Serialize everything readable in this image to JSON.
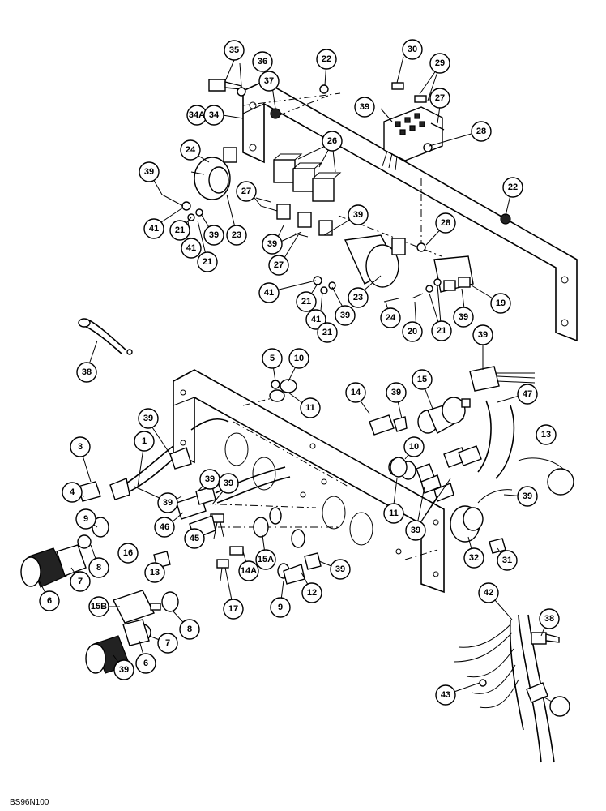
{
  "figure_ref": "BS96N100",
  "callouts": [
    {
      "id": "c35",
      "label": "35"
    },
    {
      "id": "c36",
      "label": "36"
    },
    {
      "id": "c37",
      "label": "37"
    },
    {
      "id": "c22a",
      "label": "22"
    },
    {
      "id": "c30",
      "label": "30"
    },
    {
      "id": "c29",
      "label": "29"
    },
    {
      "id": "c27a",
      "label": "27"
    },
    {
      "id": "c39a",
      "label": "39"
    },
    {
      "id": "c28a",
      "label": "28"
    },
    {
      "id": "c34a",
      "label": "34A"
    },
    {
      "id": "c34",
      "label": "34"
    },
    {
      "id": "c26",
      "label": "26"
    },
    {
      "id": "c24a",
      "label": "24"
    },
    {
      "id": "c39b",
      "label": "39"
    },
    {
      "id": "c27b",
      "label": "27"
    },
    {
      "id": "c22b",
      "label": "22"
    },
    {
      "id": "c41a",
      "label": "41"
    },
    {
      "id": "c21a",
      "label": "21"
    },
    {
      "id": "c39c",
      "label": "39"
    },
    {
      "id": "c23a",
      "label": "23"
    },
    {
      "id": "c41b",
      "label": "41"
    },
    {
      "id": "c21b",
      "label": "21"
    },
    {
      "id": "c39d",
      "label": "39"
    },
    {
      "id": "c39e",
      "label": "39"
    },
    {
      "id": "c28b",
      "label": "28"
    },
    {
      "id": "c27c",
      "label": "27"
    },
    {
      "id": "c41c",
      "label": "41"
    },
    {
      "id": "c23b",
      "label": "23"
    },
    {
      "id": "c21c",
      "label": "21"
    },
    {
      "id": "c41d",
      "label": "41"
    },
    {
      "id": "c39f",
      "label": "39"
    },
    {
      "id": "c24b",
      "label": "24"
    },
    {
      "id": "c21d",
      "label": "21"
    },
    {
      "id": "c20",
      "label": "20"
    },
    {
      "id": "c21e",
      "label": "21"
    },
    {
      "id": "c39g",
      "label": "39"
    },
    {
      "id": "c19",
      "label": "19"
    },
    {
      "id": "c38a",
      "label": "38"
    },
    {
      "id": "c5",
      "label": "5"
    },
    {
      "id": "c10a",
      "label": "10"
    },
    {
      "id": "c11a",
      "label": "11"
    },
    {
      "id": "c39h",
      "label": "39"
    },
    {
      "id": "c15",
      "label": "15"
    },
    {
      "id": "c14",
      "label": "14"
    },
    {
      "id": "c39i",
      "label": "39"
    },
    {
      "id": "c47",
      "label": "47"
    },
    {
      "id": "c13a",
      "label": "13"
    },
    {
      "id": "c39j",
      "label": "39"
    },
    {
      "id": "c1",
      "label": "1"
    },
    {
      "id": "c3",
      "label": "3"
    },
    {
      "id": "c10b",
      "label": "10"
    },
    {
      "id": "c4",
      "label": "4"
    },
    {
      "id": "c39k",
      "label": "39"
    },
    {
      "id": "c39l",
      "label": "39"
    },
    {
      "id": "c11b",
      "label": "11"
    },
    {
      "id": "c39m",
      "label": "39"
    },
    {
      "id": "c9a",
      "label": "9"
    },
    {
      "id": "c46",
      "label": "46"
    },
    {
      "id": "c39n",
      "label": "39"
    },
    {
      "id": "c45",
      "label": "45"
    },
    {
      "id": "c32",
      "label": "32"
    },
    {
      "id": "c31",
      "label": "31"
    },
    {
      "id": "c39o",
      "label": "39"
    },
    {
      "id": "c8a",
      "label": "8"
    },
    {
      "id": "c6a",
      "label": "6"
    },
    {
      "id": "c7a",
      "label": "7"
    },
    {
      "id": "c13b",
      "label": "13"
    },
    {
      "id": "c16",
      "label": "16"
    },
    {
      "id": "c15a",
      "label": "15A"
    },
    {
      "id": "c14a",
      "label": "14A"
    },
    {
      "id": "c39p",
      "label": "39"
    },
    {
      "id": "c12",
      "label": "12"
    },
    {
      "id": "c15b",
      "label": "15B"
    },
    {
      "id": "c17",
      "label": "17"
    },
    {
      "id": "c9b",
      "label": "9"
    },
    {
      "id": "c8b",
      "label": "8"
    },
    {
      "id": "c7b",
      "label": "7"
    },
    {
      "id": "c6b",
      "label": "6"
    },
    {
      "id": "c39q",
      "label": "39"
    },
    {
      "id": "c42",
      "label": "42"
    },
    {
      "id": "c38b",
      "label": "38"
    },
    {
      "id": "c43",
      "label": "43"
    }
  ]
}
